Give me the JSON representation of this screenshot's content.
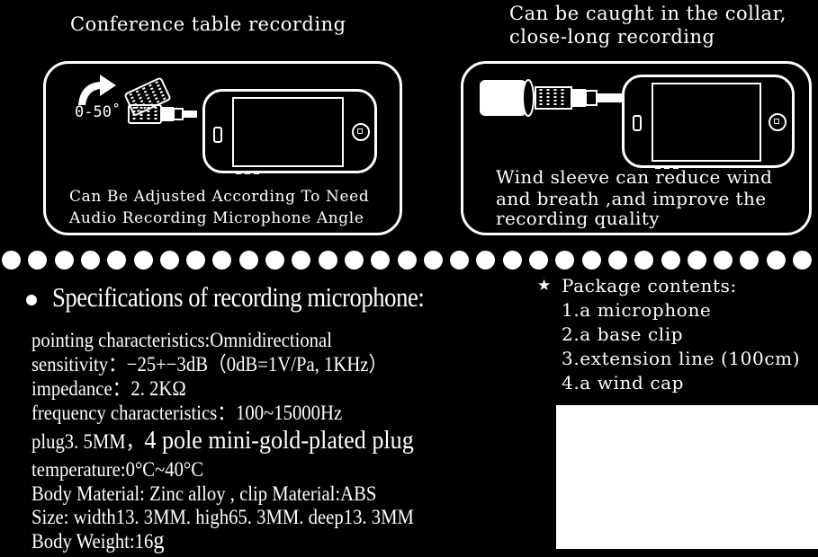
{
  "top_left": {
    "caption": "Conference table recording",
    "angle_label": "0-50˚",
    "note_line1": "Can Be Adjusted According To Need",
    "note_line2": "Audio Recording Microphone Angle"
  },
  "top_right": {
    "caption_line1": "Can be caught in the collar,",
    "caption_line2": "close-long recording",
    "note_line1": "Wind sleeve can reduce wind",
    "note_line2": "and breath ,and improve the",
    "note_line3": "recording quality"
  },
  "specs": {
    "title": "Specifications of recording microphone:",
    "lines": [
      "pointing characteristics:Omnidirectional",
      "sensitivity：−25+−3dB（0dB=1V/Pa, 1KHz）",
      "impedance：2. 2KΩ",
      "frequency characteristics：100~15000Hz"
    ],
    "plug_prefix": "plug3. 5MM，",
    "plug_big": "4 pole mini-gold-plated plug",
    "lines2": [
      "temperature:0°C~40°C",
      "Body Material: Zinc alloy , clip Material:ABS",
      "Size: width13. 3MM. high65. 3MM. deep13. 3MM"
    ],
    "weight_prefix": "Body Weight:16",
    "weight_unit": "g"
  },
  "package": {
    "title": "Package contents:",
    "items": [
      "1.a microphone",
      "2.a base clip",
      "3.extension line (100cm)",
      "4.a wind cap"
    ]
  }
}
